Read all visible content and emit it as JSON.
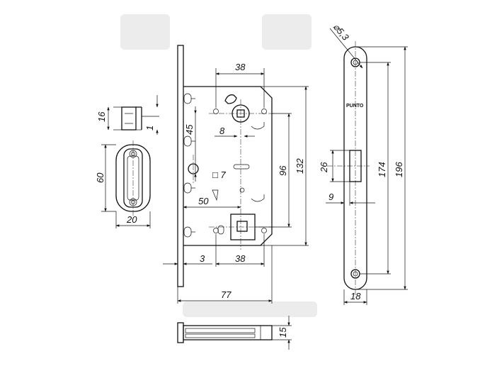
{
  "brand": "PUNTO",
  "dimensions": {
    "strike_depth": "16",
    "strike_lip": "1",
    "keeper_height": "60",
    "keeper_width": "20",
    "backset_top": "38",
    "spindle_offset": "45",
    "spindle_square": "8",
    "turn_square": "□ 7",
    "centre_distance": "50",
    "height_96": "96",
    "height_132": "132",
    "faceplate_thickness": "3",
    "backset_bottom": "38",
    "case_depth": "77",
    "case_thickness": "15",
    "hole_diameter": "⌀5,3",
    "latch_height": "26",
    "latch_offset": "9",
    "fixing_distance": "174",
    "faceplate_length": "196",
    "faceplate_width": "18"
  }
}
